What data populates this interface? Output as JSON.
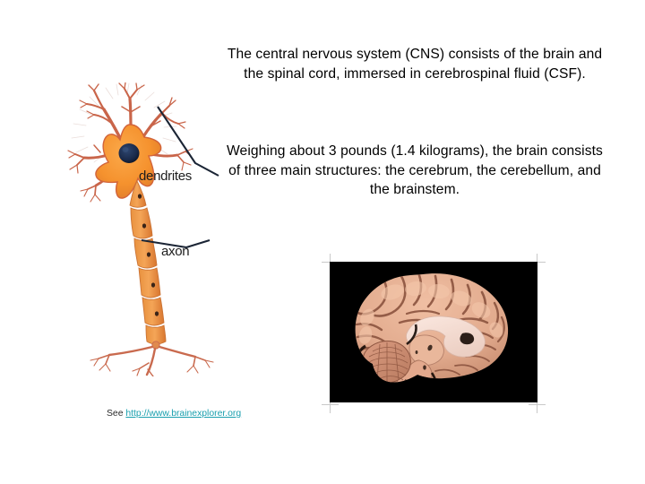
{
  "slide": {
    "background_color": "#ffffff",
    "text_color": "#000000"
  },
  "body_text": {
    "paragraph1": "The central nervous system (CNS) consists of the brain and the spinal cord, immersed in cerebrospinal fluid (CSF).",
    "paragraph2": "Weighing about 3 pounds (1.4 kilograms), the brain consists of three main structures: the cerebrum, the cerebellum, and the brainstem."
  },
  "credit": {
    "prefix": "See ",
    "url_text": "http://www.brainexplorer.org",
    "link_color": "#199fae"
  },
  "neuron_figure": {
    "labels": {
      "dendrites": "dendrites",
      "axon": "axon"
    },
    "colors": {
      "cell_body": "#f5922e",
      "cell_body_edge": "#d2643a",
      "nucleus": "#1a2a4a",
      "dendrite": "#c9654a",
      "axon_terminal": "#c96a4e",
      "leader_line": "#1b2535"
    }
  },
  "brain_figure": {
    "background_color": "#000000",
    "registration_mark_color": "#c9c9c9",
    "colors": {
      "cortex": "#e8b295",
      "cortex_shadow": "#c98c70",
      "sulcus": "#8d5540",
      "white_matter": "#f6dcd2",
      "corpus_callosum": "#f7e2d8",
      "cerebellum": "#cf9279",
      "brainstem": "#e0a88c"
    }
  }
}
